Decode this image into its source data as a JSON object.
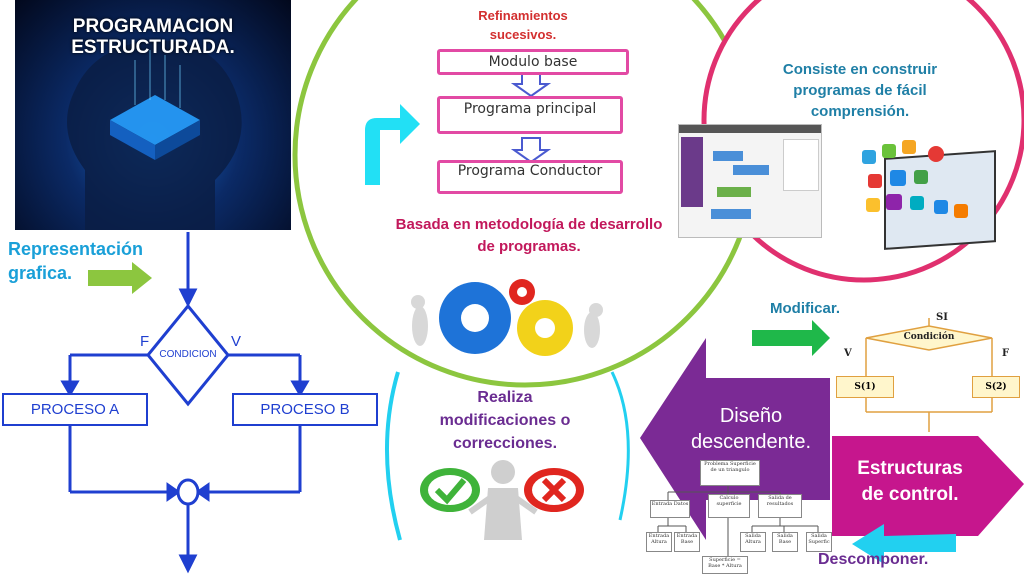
{
  "hero": {
    "title_line1": "PROGRAMACION",
    "title_line2": "ESTRUCTURADA."
  },
  "representation": {
    "line1": "Representación",
    "line2": "grafica."
  },
  "flowchart_left": {
    "condition": "CONDICION",
    "false_label": "F",
    "true_label": "V",
    "process_a": "PROCESO A",
    "process_b": "PROCESO B"
  },
  "refinements": {
    "title_line1": "Refinamientos",
    "title_line2": "sucesivos.",
    "boxes": [
      "Modulo base",
      "Programa principal",
      "Programa Conductor"
    ]
  },
  "methodology": {
    "line1": "Basada en metodología de desarrollo",
    "line2": "de programas."
  },
  "consists": {
    "line1": "Consiste en construir",
    "line2": "programas de fácil",
    "line3": "comprensión."
  },
  "modify": {
    "label": "Modificar."
  },
  "realiza": {
    "line1": "Realiza",
    "line2": "modificaciones o",
    "line3": "correcciones."
  },
  "design": {
    "line1": "Diseño",
    "line2": "descendente."
  },
  "structures": {
    "line1": "Estructuras",
    "line2": "de control."
  },
  "decompose": {
    "label": "Descomponer."
  },
  "flowchart_right": {
    "yes": "SI",
    "v": "V",
    "f": "F",
    "condition": "Condición",
    "s1": "S(1)",
    "s2": "S(2)"
  },
  "tree": {
    "root": "Problema Superficie de un triangulo",
    "mid": [
      "Entrada Datos",
      "Calculo superficie",
      "Salida de resultados"
    ],
    "leaves": [
      "Entrada Altura",
      "Entrada Base",
      "Salida Altura",
      "Salida Base",
      "Salida Superfic"
    ],
    "bottom": "Superficie = Base * Altura"
  },
  "colors": {
    "lime": "#8cc63f",
    "pink": "#e0306f",
    "cyan": "#22d0f0",
    "purple": "#7b2a95",
    "magenta": "#c6168d",
    "blue": "#1f3fd0",
    "green_arrow": "#1fb84a"
  }
}
